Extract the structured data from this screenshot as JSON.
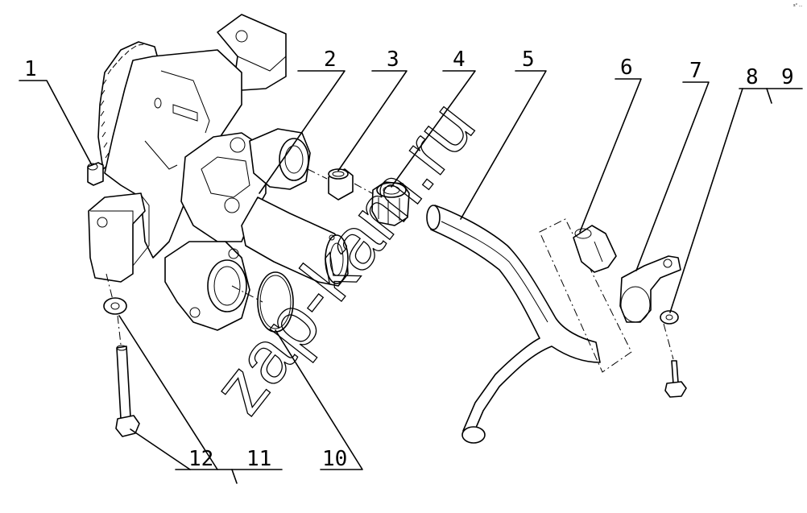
{
  "drawing": {
    "corner_mark": "s° ...",
    "watermark": "zap-kam.ru"
  },
  "callouts": [
    {
      "id": "1",
      "label": "1"
    },
    {
      "id": "2",
      "label": "2"
    },
    {
      "id": "3",
      "label": "3"
    },
    {
      "id": "4",
      "label": "4"
    },
    {
      "id": "5",
      "label": "5"
    },
    {
      "id": "6",
      "label": "6"
    },
    {
      "id": "7",
      "label": "7"
    },
    {
      "id": "8",
      "label": "8"
    },
    {
      "id": "9",
      "label": "9"
    },
    {
      "id": "10",
      "label": "10"
    },
    {
      "id": "11",
      "label": "11"
    },
    {
      "id": "12",
      "label": "12"
    }
  ]
}
